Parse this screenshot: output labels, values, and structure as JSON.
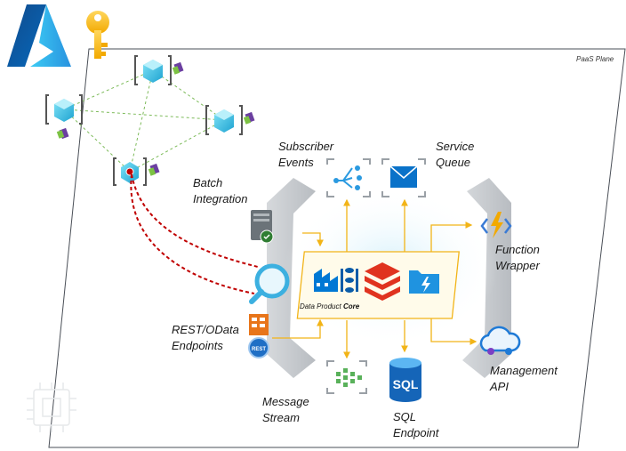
{
  "plane_label": "PaaS Plane",
  "core": {
    "label_prefix": "Data Product",
    "label_bold": "Core"
  },
  "labels": {
    "subscriber_events": [
      "Subscriber",
      "Events"
    ],
    "service_queue": [
      "Service",
      "Queue"
    ],
    "batch_integration": [
      "Batch",
      "Integration"
    ],
    "function_wrapper": [
      "Function",
      "Wrapper"
    ],
    "rest_odata": [
      "REST/OData",
      "Endpoints"
    ],
    "management_api": [
      "Management",
      "API"
    ],
    "message_stream": [
      "Message",
      "Stream"
    ],
    "sql_endpoint": [
      "SQL",
      "Endpoint"
    ]
  },
  "icon_text": {
    "sql": "SQL",
    "rest": "REST"
  },
  "colors": {
    "azure_blue": "#0078d4",
    "connector_yellow": "#f2b417",
    "mesh_dashed_green": "#7dbb5a",
    "red_link": "#c00000",
    "rail_gray": "#c9cdd1",
    "plane_border": "#4a4f57"
  }
}
